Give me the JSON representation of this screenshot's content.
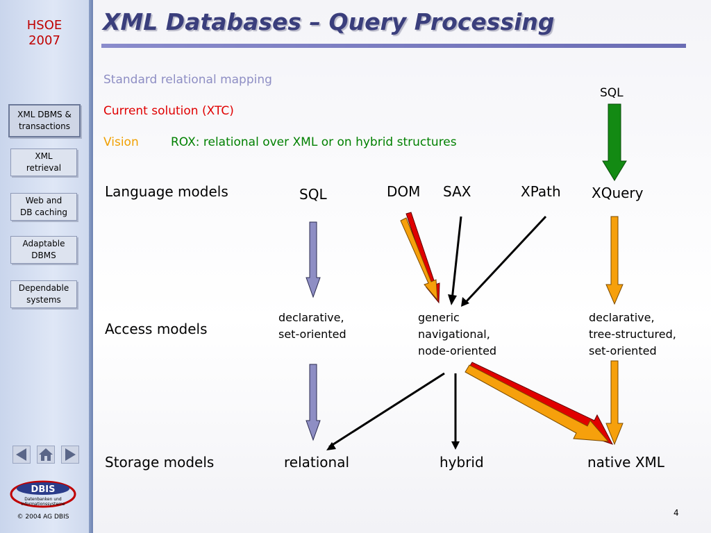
{
  "sidebar": {
    "org_line1": "HSOE",
    "org_line2": "2007",
    "items": [
      {
        "line1": "XML DBMS &",
        "line2": "transactions",
        "active": true
      },
      {
        "line1": "XML",
        "line2": "retrieval",
        "active": false
      },
      {
        "line1": "Web and",
        "line2": "DB caching",
        "active": false
      },
      {
        "line1": "Adaptable",
        "line2": "DBMS",
        "active": false
      },
      {
        "line1": "Dependable",
        "line2": "systems",
        "active": false
      }
    ],
    "logo_text": "DBIS",
    "logo_sub1": "Datenbanken und",
    "logo_sub2": "Informationssysteme",
    "copyright": "© 2004 AG DBIS"
  },
  "slide": {
    "title": "XML Databases – Query Processing",
    "line_standard": "Standard relational mapping",
    "line_current": "Current solution (XTC)",
    "vision_label": "Vision",
    "vision_text": "ROX: relational over XML or on hybrid structures",
    "page_number": "4"
  },
  "diagram": {
    "top_sql": "SQL",
    "row_language": "Language models",
    "row_access": "Access models",
    "row_storage": "Storage models",
    "lang_sql": "SQL",
    "lang_dom": "DOM",
    "lang_sax": "SAX",
    "lang_xpath": "XPath",
    "lang_xquery": "XQuery",
    "access_declarative": "declarative,\nset-oriented",
    "access_generic": "generic\nnavigational,\nnode-oriented",
    "access_tree": "declarative,\ntree-structured,\nset-oriented",
    "storage_relational": "relational",
    "storage_hybrid": "hybrid",
    "storage_native": "native XML"
  },
  "colors": {
    "title": "#3a3e7c",
    "standard": "#8e8ec4",
    "current": "#e00000",
    "vision": "#f0a000",
    "vision_text": "#008000",
    "arrow_lavender": "#8e8ec4",
    "arrow_orange": "#f6a00c",
    "arrow_red": "#e00000",
    "arrow_green": "#138a13"
  }
}
